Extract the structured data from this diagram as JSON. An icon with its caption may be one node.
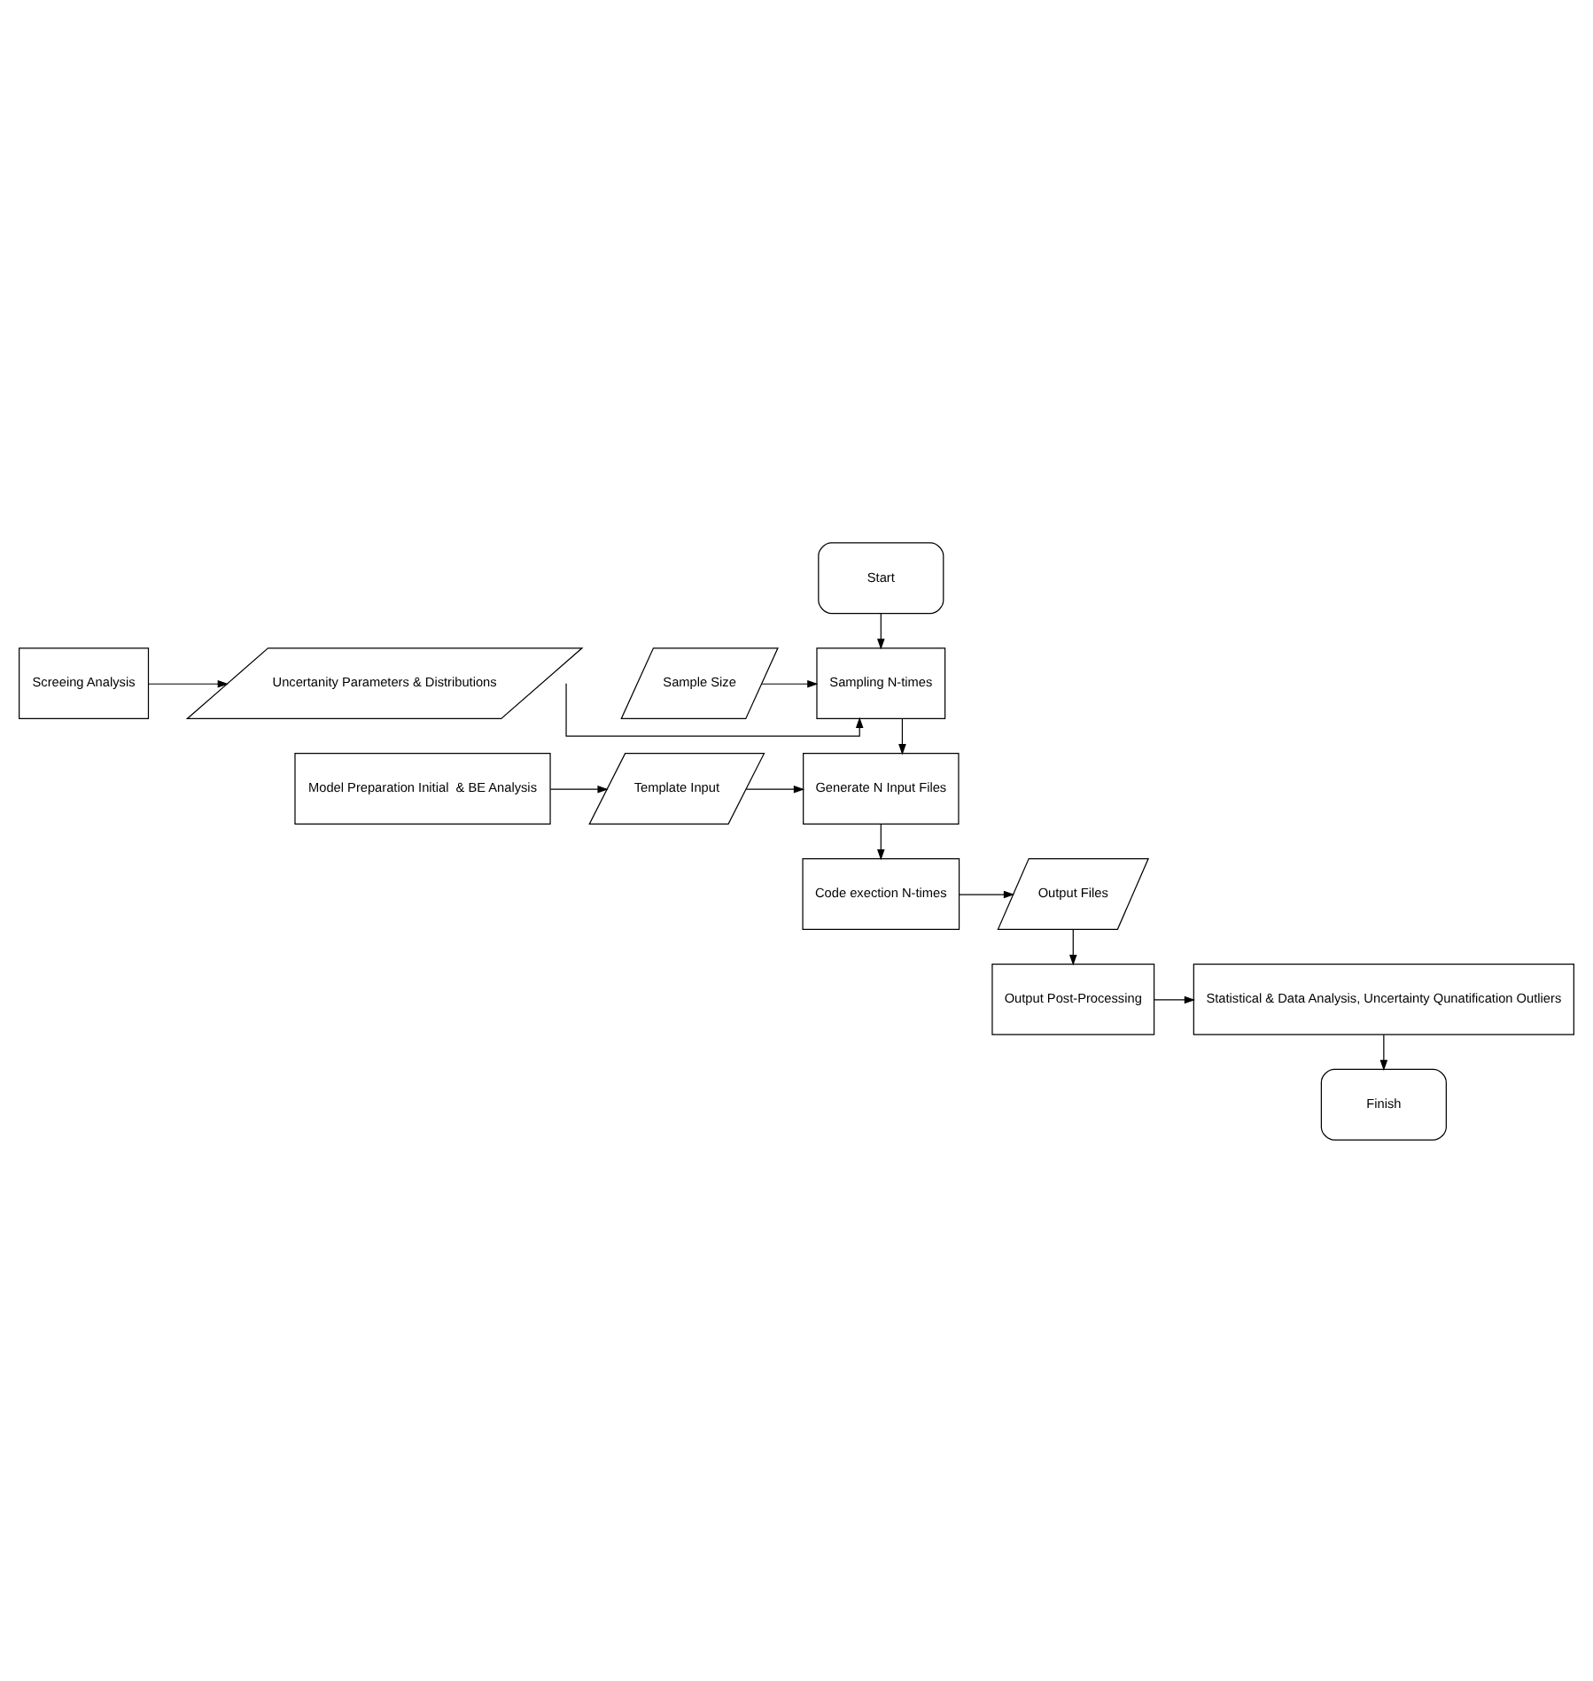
{
  "diagram": {
    "nodes": [
      {
        "text": [
          "Start"
        ]
      },
      {
        "text": [
          "Sampling N-times"
        ]
      },
      {
        "text": [
          "Uncertanity Parameters & Distributions"
        ]
      },
      {
        "text": [
          "Screeing Analysis"
        ]
      },
      {
        "text": [
          "Sample Size"
        ]
      },
      {
        "text": [
          "Generate N Input Files"
        ]
      },
      {
        "text": [
          "Template Input"
        ]
      },
      {
        "text": [
          "Model Preparation Initial  & BE Analysis"
        ]
      },
      {
        "text": [
          "Code exection N-times"
        ]
      },
      {
        "text": [
          "Output Files"
        ]
      },
      {
        "text": [
          "Output Post-Processing"
        ]
      },
      {
        "text": [
          "Statistical & Data Analysis, Uncertainty Qunatification Outliers"
        ]
      },
      {
        "text": [
          "Finish"
        ]
      }
    ],
    "edges": [
      {
        "from": 0,
        "to": 1,
        "arrow": "to"
      },
      {
        "from": 3,
        "to": 2,
        "arrow": "to"
      },
      {
        "from": 2,
        "to": 1,
        "arrow": "to"
      },
      {
        "from": 4,
        "to": 1,
        "arrow": "to"
      },
      {
        "from": 1,
        "to": 5,
        "arrow": "to"
      },
      {
        "from": 7,
        "to": 6,
        "arrow": "to"
      },
      {
        "from": 6,
        "to": 5,
        "arrow": "to"
      },
      {
        "from": 5,
        "to": 8,
        "arrow": "to"
      },
      {
        "from": 8,
        "to": 9,
        "arrow": "to"
      },
      {
        "from": 9,
        "to": 10,
        "arrow": "to"
      },
      {
        "from": 10,
        "to": 11,
        "arrow": "to"
      },
      {
        "from": 11,
        "to": 12,
        "arrow": "to"
      }
    ]
  }
}
